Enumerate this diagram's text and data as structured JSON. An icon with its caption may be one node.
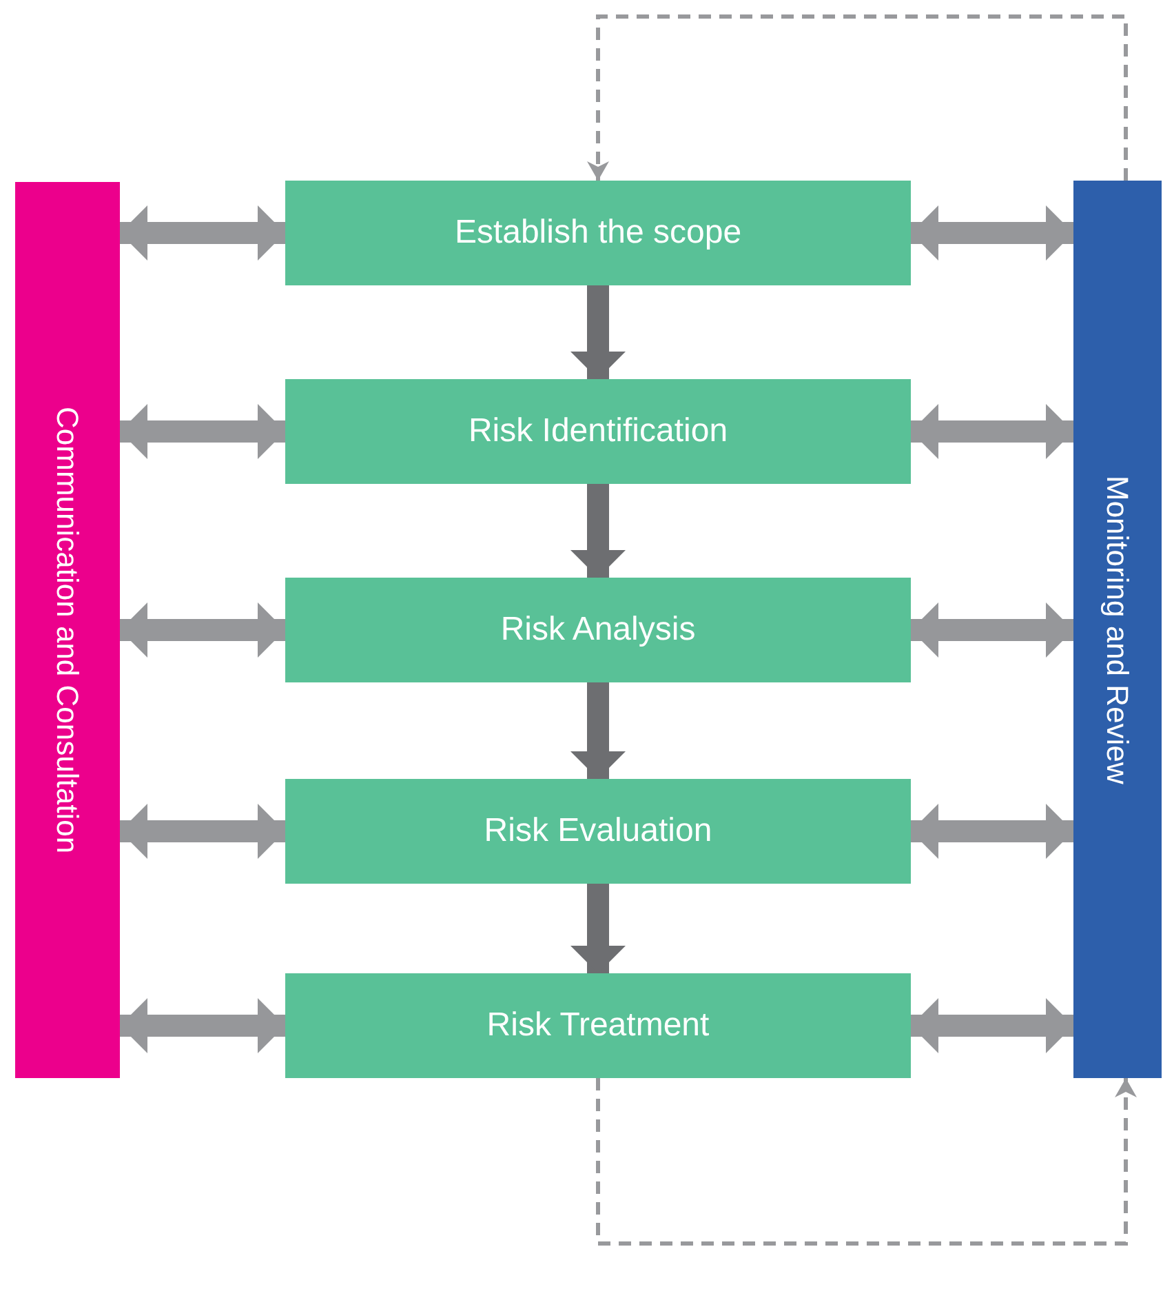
{
  "diagram": {
    "nodes": [
      {
        "text": [
          "Communication and Consultation"
        ]
      },
      {
        "text": [
          "Establish the scope"
        ]
      },
      {
        "text": [
          "Risk Identification"
        ]
      },
      {
        "text": [
          "Risk Analysis"
        ]
      },
      {
        "text": [
          "Risk Evaluation"
        ]
      },
      {
        "text": [
          "Risk Treatment"
        ]
      },
      {
        "text": [
          "Monitoring and Review"
        ]
      }
    ],
    "edges": [
      {
        "from": 1,
        "to": 2,
        "arrow": "to"
      },
      {
        "from": 2,
        "to": 3,
        "arrow": "to"
      },
      {
        "from": 3,
        "to": 4,
        "arrow": "to"
      },
      {
        "from": 4,
        "to": 5,
        "arrow": "to"
      },
      {
        "from": 0,
        "to": 1,
        "arrow": "both"
      },
      {
        "from": 0,
        "to": 2,
        "arrow": "both"
      },
      {
        "from": 0,
        "to": 3,
        "arrow": "both"
      },
      {
        "from": 0,
        "to": 4,
        "arrow": "both"
      },
      {
        "from": 0,
        "to": 5,
        "arrow": "both"
      },
      {
        "from": 1,
        "to": 6,
        "arrow": "both"
      },
      {
        "from": 2,
        "to": 6,
        "arrow": "both"
      },
      {
        "from": 3,
        "to": 6,
        "arrow": "both"
      },
      {
        "from": 4,
        "to": 6,
        "arrow": "both"
      },
      {
        "from": 5,
        "to": 6,
        "arrow": "both"
      },
      {
        "from": 5,
        "to": 6,
        "arrow": "to",
        "style": "dashed"
      },
      {
        "from": 6,
        "to": 1,
        "arrow": "to",
        "style": "dashed"
      }
    ]
  }
}
